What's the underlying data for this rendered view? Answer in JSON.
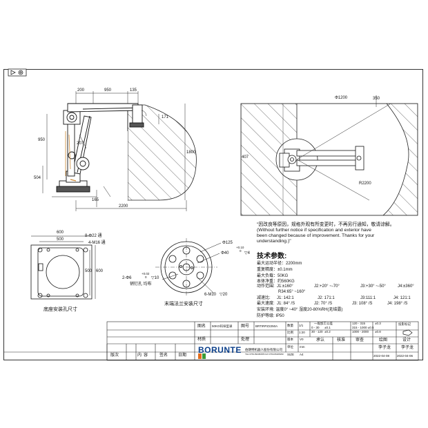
{
  "notice": {
    "line1": "\"因改良等原因，规格外观有所变更时，不再另行通知，敬请谅解。",
    "line2": "(Without further notice if specification and exterior have",
    "line3": "been changed because of improvement. Thanks for your",
    "line4": "understanding.)\""
  },
  "specs": {
    "title": "技术参数:",
    "items": [
      "最大运动半径：2200mm",
      "重复精度：±0.1mm",
      "最大负载：50KG",
      "本体净重：约560KG"
    ],
    "motion_label": "动作范围:",
    "motion": [
      "J1:±160°",
      "J2:+20° ~-70°",
      "J3:+30° ~-50°",
      "J4:±360°"
    ],
    "motion_r34": "R34:65° ~160°",
    "reduction_label": "减速比:",
    "reduction": [
      "J1: 142:1",
      "J2: 171:1",
      "J3:111:1",
      "J4: 121:1"
    ],
    "speed_label": "最大速度:",
    "speed": [
      "J1: 84° /S",
      "J2: 70° /S",
      "J3: 108° /S",
      "J4: 198° /S"
    ],
    "env": "安装环境: 温度0° ~40°    湿度20-80%RH(无结露)",
    "ip": "防护等级: IP50"
  },
  "captions": {
    "base": "底座安装孔尺寸",
    "flange": "末端法兰安装尺寸"
  },
  "side_dims": [
    "200",
    "950",
    "135",
    "171",
    "950",
    "1800",
    "504",
    "165",
    "2200",
    "207"
  ],
  "plan_dims": [
    "Φ1200",
    "350",
    "407",
    "R2200"
  ],
  "base_dims": [
    "600",
    "500",
    "8-Φ22 通",
    "4-M16 通",
    "600",
    "500"
  ],
  "flange_dims": [
    "Φ125",
    "+0.10",
    "0",
    "Φ40",
    "▽4",
    "+0.02",
    "0",
    "2-Φ6",
    "▽10",
    "销钉孔 均布",
    "6-M10",
    "▽20"
  ],
  "title_block": {
    "name_label": "图名",
    "name_value": "50KG码垛型录",
    "no_label": "图号",
    "no_value": "BRTIRPZ2250A",
    "material_label": "材质",
    "process_label": "处理",
    "qty_label": "数量",
    "qty_value": "1/1",
    "scale_label": "比例",
    "scale_value": "1:20",
    "version_label": "版本",
    "version_value": "V0",
    "unit_label": "单位",
    "unit_value": "mm",
    "size_label": "SIZE",
    "size_value": "A4",
    "tol_header": "一般加工公差",
    "tol_rows": [
      [
        "0 - 30",
        "±0.1",
        "120 - 315",
        "±0.3"
      ],
      [
        "30 - 120",
        "±0.2",
        "1000 - 2000",
        "±0.8"
      ]
    ],
    "tol_extra": "315 - 1000  ±0.5",
    "proj_label": "投影标记",
    "approve_label": "承认",
    "check_label": "核准",
    "review_label": "审查",
    "draw_label": "绘图",
    "design_label": "设计",
    "drafter": "李子龙",
    "designer": "李子龙",
    "draw_date": "2022-04-08",
    "design_date": "2022-04-06",
    "rev_headers": [
      "版次",
      "内",
      "容",
      "签名",
      "日期"
    ],
    "company": "BORUNTE",
    "company_cn": "伯朗特机器人股份有限公司",
    "company_tel": "TEL:0769-89208288  FAX:0769-89208290"
  },
  "colors": {
    "line": "#222222",
    "logo_blue": "#0b3f8a",
    "logo_orange": "#e36c1a",
    "logo_green": "#3a9b38"
  }
}
